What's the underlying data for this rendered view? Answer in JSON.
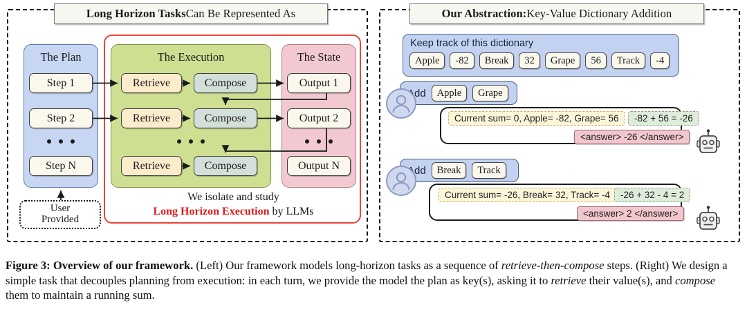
{
  "figure": {
    "left_panel": {
      "header": {
        "bold": "Long Horizon Tasks",
        "rest": " Can Be Represented As"
      },
      "columns": {
        "plan": {
          "title": "The Plan",
          "steps": [
            "Step 1",
            "Step 2",
            "Step N"
          ],
          "ellipsis": "• • •",
          "user_provided": {
            "line1": "User",
            "line2": "Provided"
          },
          "color": "#c7d6f2"
        },
        "execution": {
          "title": "The Execution",
          "retrieve_label": "Retrieve",
          "compose_label": "Compose",
          "rows": [
            {
              "retrieve": "Retrieve",
              "compose": "Compose"
            },
            {
              "retrieve": "Retrieve",
              "compose": "Compose"
            },
            {
              "retrieve": "Retrieve",
              "compose": "Compose"
            }
          ],
          "ellipsis": "• • •",
          "color": "#cfdf92"
        },
        "state": {
          "title": "The State",
          "outputs": [
            "Output 1",
            "Output 2",
            "Output N"
          ],
          "ellipsis": "• • •",
          "color": "#f2c9d1"
        }
      },
      "note": {
        "line1": "We isolate and study",
        "highlight": "Long Horizon Execution",
        "line2_rest": " by LLMs",
        "highlight_color": "#e01b1b"
      },
      "highlight_box_color": "#e8453c"
    },
    "right_panel": {
      "header": {
        "bold": "Our Abstraction:",
        "rest": " Key-Value Dictionary Addition"
      },
      "dictionary": {
        "title": "Keep track of this dictionary",
        "entries": [
          {
            "key": "Apple",
            "value": "-82"
          },
          {
            "key": "Break",
            "value": "32"
          },
          {
            "key": "Grape",
            "value": "56"
          },
          {
            "key": "Track",
            "value": "-4"
          }
        ],
        "color": "#c3d2f0"
      },
      "turns": [
        {
          "user": {
            "label": "Add",
            "keys": [
              "Apple",
              "Grape"
            ]
          },
          "assistant": {
            "context": "Current sum= 0, Apple= -82, Grape= 56",
            "computation": "-82 + 56 = -26",
            "answer": "<answer> -26 </answer>"
          }
        },
        {
          "user": {
            "label": "Add",
            "keys": [
              "Break",
              "Track"
            ]
          },
          "assistant": {
            "context": "Current sum= -26, Break= 32, Track= -4",
            "computation": "-26 + 32 - 4 = 2",
            "answer": "<answer> 2 </answer>"
          }
        }
      ]
    }
  },
  "caption": {
    "figure_label": "Figure 3: Overview of our framework.",
    "seg1": " (Left) Our framework models long-horizon tasks as a sequence of ",
    "italic1": "retrieve-then-compose",
    "seg2": " steps. (Right) We design a simple task that decouples planning from execution: in each turn, we provide the model the plan as key(s), asking it to ",
    "italic2": "retrieve",
    "seg3": " their value(s), and ",
    "italic3": "compose",
    "seg4": " them to maintain a running sum."
  }
}
